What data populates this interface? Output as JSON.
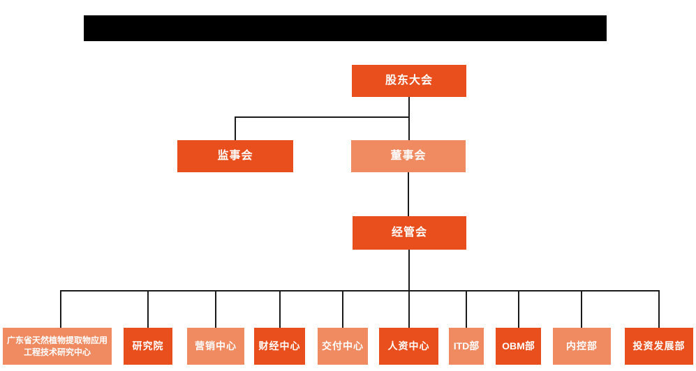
{
  "colors": {
    "primary_orange": "#E94F1D",
    "secondary_salmon": "#EF8A61",
    "connector_line": "#1a1a1a",
    "redacted_bar": "#000000",
    "box_text": "#ffffff",
    "background": "#ffffff"
  },
  "org": {
    "root": {
      "label": "股东大会"
    },
    "level2": [
      {
        "label": "监事会"
      },
      {
        "label": "董事会"
      }
    ],
    "level3": {
      "label": "经管会"
    },
    "departments": [
      {
        "label": "广东省天然植物提取物应用工程技术研究中心"
      },
      {
        "label": "研究院"
      },
      {
        "label": "营销中心"
      },
      {
        "label": "财经中心"
      },
      {
        "label": "交付中心"
      },
      {
        "label": "人资中心"
      },
      {
        "label": "ITD部"
      },
      {
        "label": "OBM部"
      },
      {
        "label": "内控部"
      },
      {
        "label": "投资发展部"
      }
    ]
  }
}
